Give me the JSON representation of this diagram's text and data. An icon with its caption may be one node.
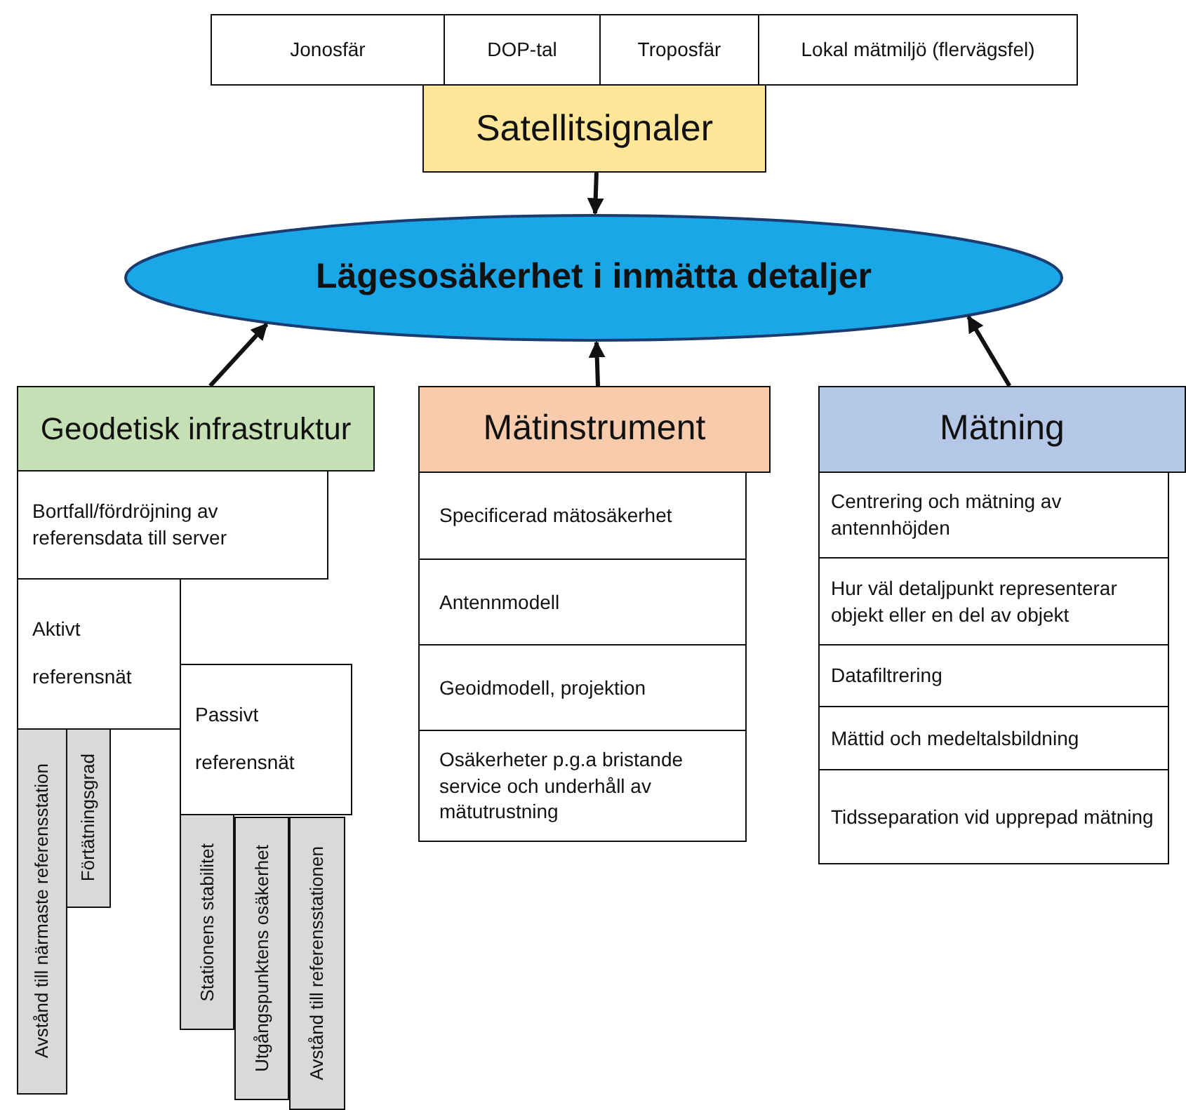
{
  "diagram": {
    "nodes": [
      {
        "text": [
          "Jonosfär"
        ]
      },
      {
        "text": [
          "DOP-tal"
        ]
      },
      {
        "text": [
          "Troposfär"
        ]
      },
      {
        "text": [
          "Lokal mätmiljö (flervägsfel)"
        ]
      },
      {
        "text": [
          "Satellitsignaler"
        ]
      },
      {
        "text": [
          "Lägesosäkerhet i inmätta detaljer"
        ]
      },
      {
        "text": [
          "Geodetisk infrastruktur"
        ]
      },
      {
        "text": [
          "Bortfall/fördröjning av referensdata till server"
        ]
      },
      {
        "text": [
          "Aktivt referensnät"
        ]
      },
      {
        "text": [
          "Passivt referensnät"
        ]
      },
      {
        "text": [
          "Avstånd till närmaste referensstation"
        ]
      },
      {
        "text": [
          "Förtätningsgrad"
        ]
      },
      {
        "text": [
          "Stationens stabilitet"
        ]
      },
      {
        "text": [
          "Utgångspunktens osäkerhet"
        ]
      },
      {
        "text": [
          "Avstånd till referensstationen"
        ]
      },
      {
        "text": [
          "Mätinstrument"
        ]
      },
      {
        "text": [
          "Specificerad mätosäkerhet"
        ]
      },
      {
        "text": [
          "Antennmodell"
        ]
      },
      {
        "text": [
          "Geoidmodell, projektion"
        ]
      },
      {
        "text": [
          "Osäkerheter p.g.a bristande service och underhåll av mätutrustning"
        ]
      },
      {
        "text": [
          "Mätning"
        ]
      },
      {
        "text": [
          "Centrering och mätning av antennhöjden"
        ]
      },
      {
        "text": [
          "Hur väl detaljpunkt representerar objekt eller en del av objekt"
        ]
      },
      {
        "text": [
          "Datafiltrering"
        ]
      },
      {
        "text": [
          "Mättid och medeltalsbildning"
        ]
      },
      {
        "text": [
          "Tidsseparation vid upprepad mätning"
        ]
      }
    ],
    "edges": [
      {
        "from": 4,
        "to": 5,
        "arrow": "to"
      },
      {
        "from": 6,
        "to": 5,
        "arrow": "to"
      },
      {
        "from": 15,
        "to": 5,
        "arrow": "to"
      },
      {
        "from": 20,
        "to": 5,
        "arrow": "to"
      }
    ]
  }
}
